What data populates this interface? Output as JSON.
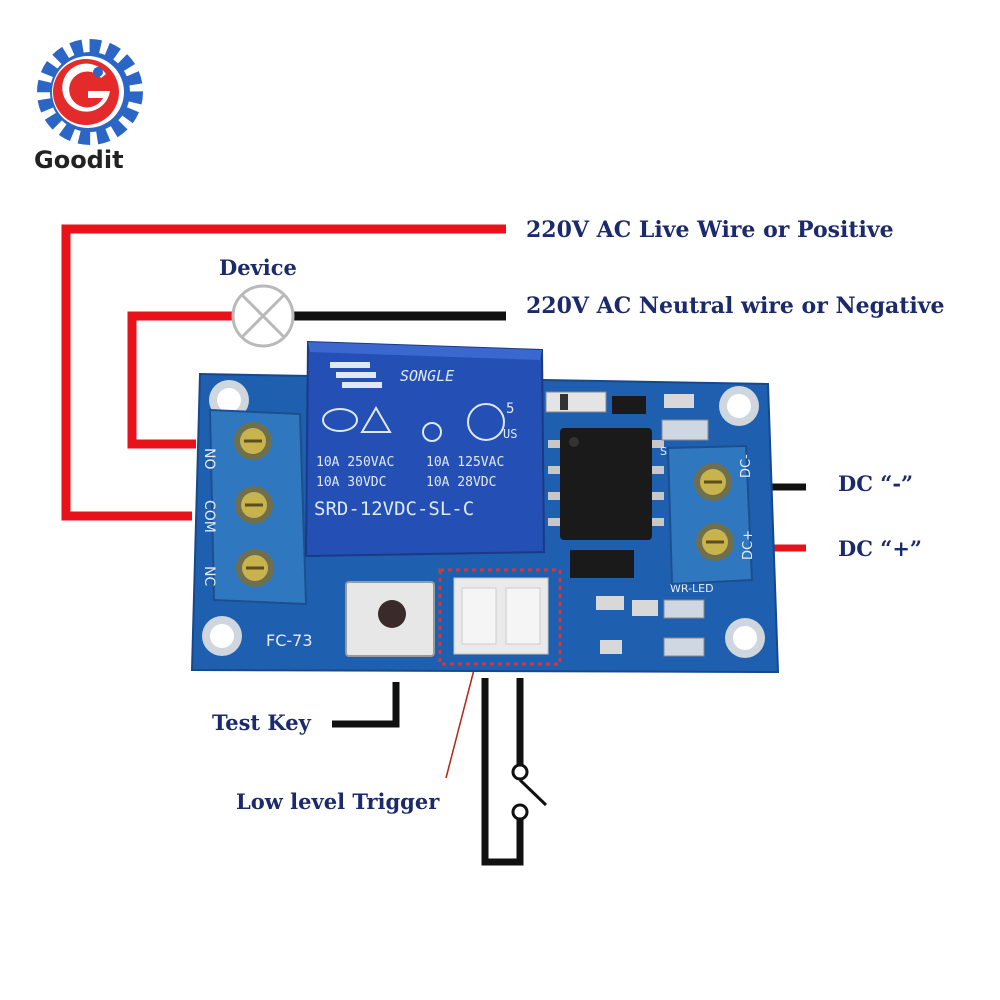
{
  "brand": {
    "name": "Goodit"
  },
  "labels": {
    "live_wire": "220V AC Live Wire or Positive",
    "neutral_wire": "220V AC Neutral wire or Negative",
    "device": "Device",
    "dc_minus": "DC “-”",
    "dc_plus": "DC “+”",
    "test_key": "Test Key",
    "low_level_trigger": "Low level Trigger"
  },
  "board": {
    "model": "FC-73",
    "terminals": [
      "NO",
      "COM",
      "NC"
    ],
    "power_terminals": [
      "DC-",
      "DC+"
    ],
    "sw_label": "SW",
    "led_label": "WR-LED",
    "relay": {
      "maker": "SONGLE",
      "rating_1": "10A 250VAC",
      "rating_2": "10A 30VDC",
      "rating_3": "10A 125VAC",
      "rating_4": "10A 28VDC",
      "model": "SRD-12VDC-SL-C",
      "cert_number": "5",
      "cert_suffix": "US"
    }
  },
  "colors": {
    "wire_red": "#e8121b",
    "wire_black": "#111111",
    "pcb_blue": "#1f5fb0",
    "relay_blue": "#2450b5",
    "terminal_blue": "#2f78c0",
    "label_navy": "#1b2a6b",
    "logo_red": "#e32b2b",
    "logo_blue": "#2b66c6"
  }
}
